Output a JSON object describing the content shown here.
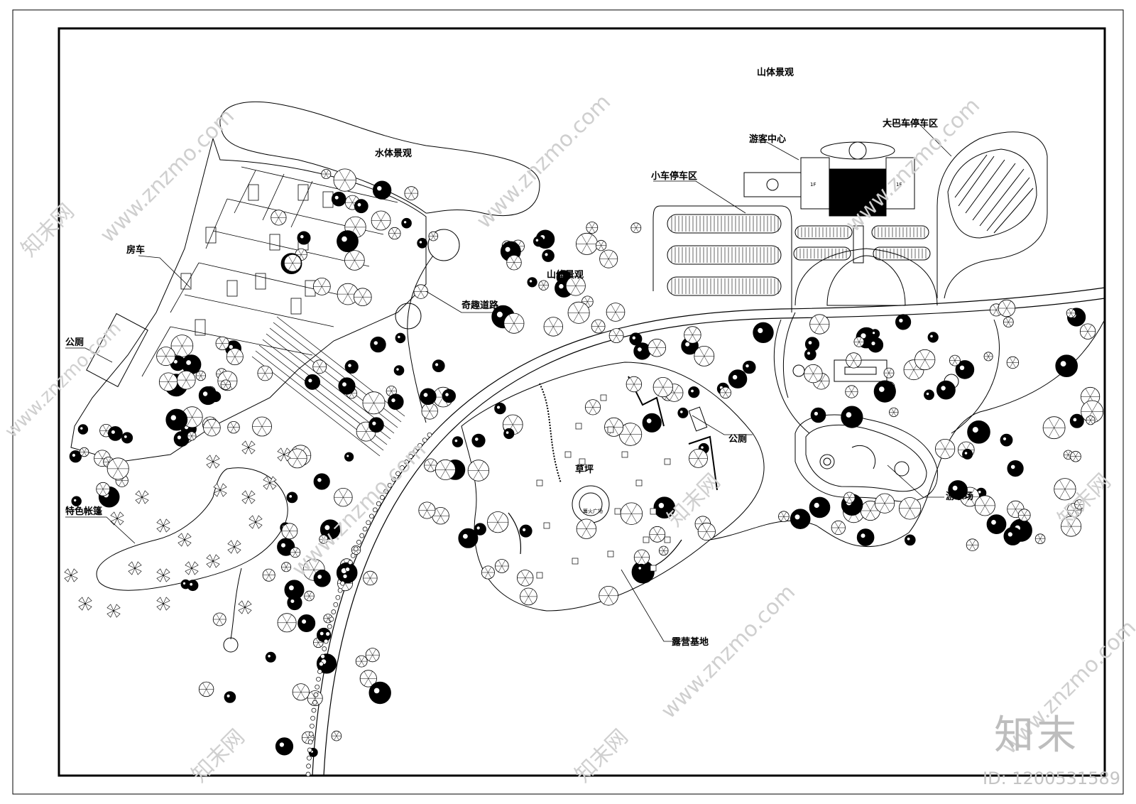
{
  "labels": {
    "mountain_top": "山体景观",
    "water": "水体景观",
    "visitor_center": "游客中心",
    "bus_parking": "大巴车停车区",
    "car_parking": "小车停车区",
    "rv": "房车",
    "mountain_mid": "山体景观",
    "fun_road": "奇趣道路",
    "toilet_left": "公厕",
    "toilet_right": "公厕",
    "tent": "特色帐篷",
    "lawn": "草坪",
    "playground": "游乐场",
    "camp": "露营基地"
  },
  "small_text": {
    "floor_left": "1F",
    "floor_right": "1F",
    "bonfire": "篝火广场"
  },
  "watermark": {
    "logo": "知末",
    "id": "ID: 1200531589",
    "site": "www.znzmo.com",
    "brand": "知末网"
  },
  "colors": {
    "line": "#000000",
    "watermark": "#cfcfcf"
  }
}
